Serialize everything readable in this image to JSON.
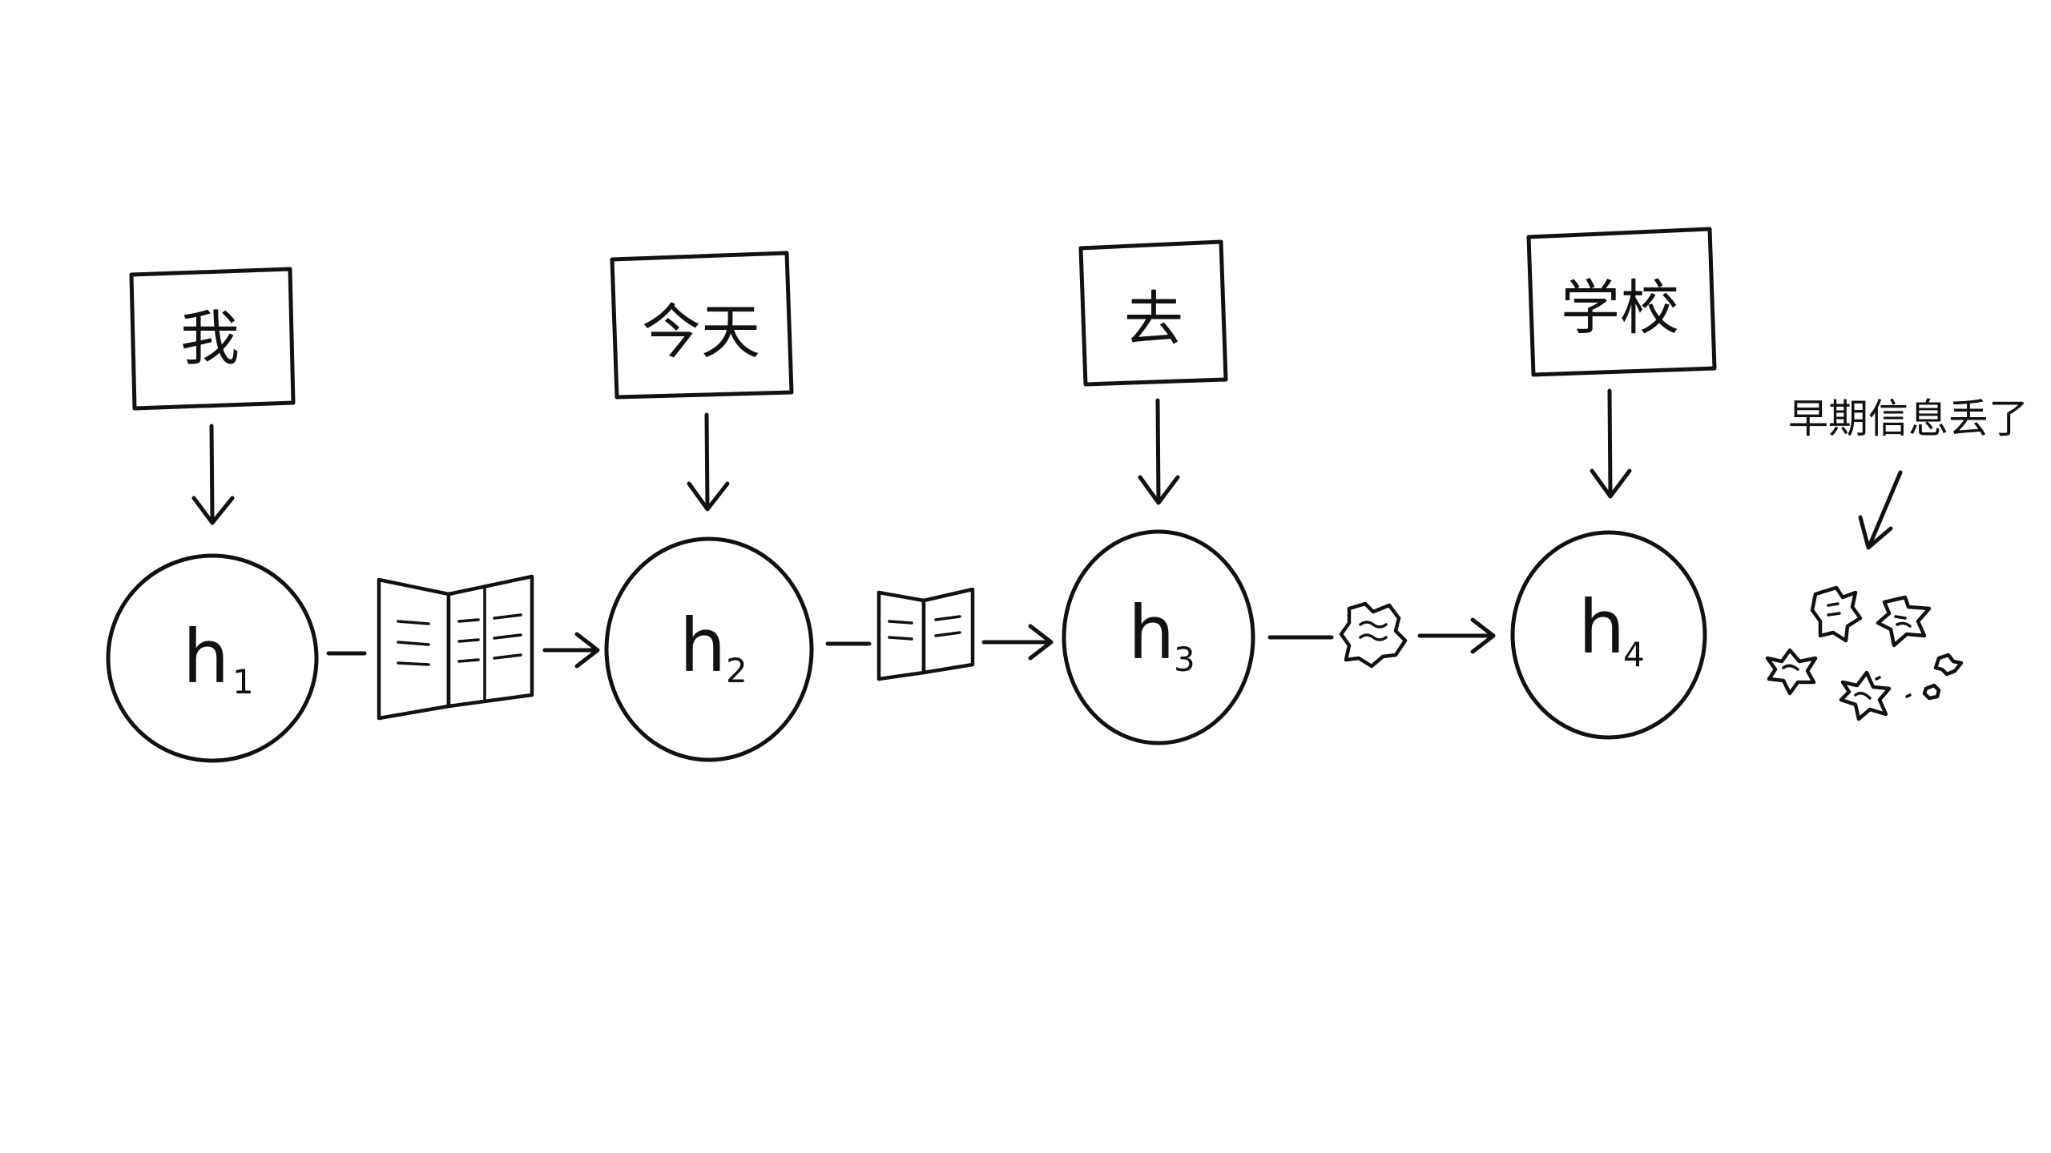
{
  "steps": [
    {
      "word": "我",
      "node": "h",
      "sub": "1"
    },
    {
      "word": "今天",
      "node": "h",
      "sub": "2"
    },
    {
      "word": "去",
      "node": "h",
      "sub": "3"
    },
    {
      "word": "学校",
      "node": "h",
      "sub": "4"
    }
  ],
  "note": "早期信息丢了",
  "icons": {
    "memory_large": "open-book-icon",
    "memory_medium": "small-book-icon",
    "memory_small": "crumpled-paper-icon",
    "lost": "paper-scraps-icon"
  }
}
